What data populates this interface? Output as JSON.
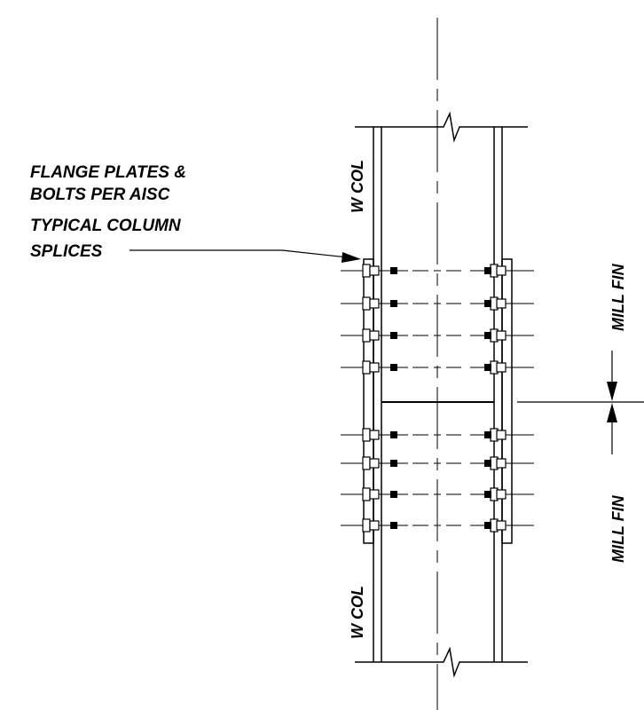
{
  "labels": {
    "flange_note": [
      "FLANGE PLATES &",
      "BOLTS PER AISC",
      "TYPICAL COLUMN",
      "SPLICES"
    ],
    "w_col_top": "W COL",
    "w_col_bottom": "W COL",
    "mill_fin_upper": "MILL FIN",
    "mill_fin_lower": "MILL FIN"
  },
  "splice": {
    "bolt_rows_per_plate": 4,
    "bolt_columns": 2
  },
  "colors": {
    "line": "#000000",
    "background": "#ffffff"
  }
}
